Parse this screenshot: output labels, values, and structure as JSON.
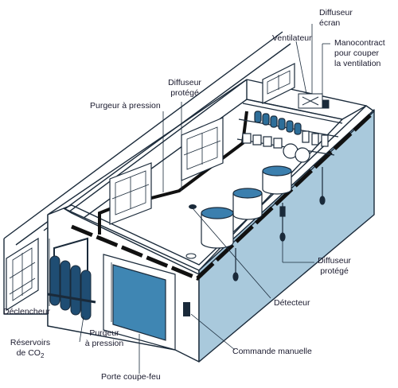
{
  "labels": {
    "diffuseur_ecran": [
      "Diffuseur",
      "écran"
    ],
    "ventilateur": "Ventilateur",
    "manocontract": [
      "Manocontract",
      "pour couper",
      "la ventilation"
    ],
    "diffuseur_protege_top": [
      "Diffuseur",
      "protégé"
    ],
    "purgeur_top": "Purgeur à pression",
    "diffuseur_protege_right": [
      "Diffuseur",
      "protégé"
    ],
    "detecteur": "Détecteur",
    "declencheur": "Déclencheur",
    "reservoirs": [
      "Réservoirs",
      "de CO",
      "2"
    ],
    "purgeur_bottom": [
      "Purgeur",
      "à pression"
    ],
    "commande_manuelle": "Commande manuelle",
    "porte_coupe_feu": "Porte coupe-feu"
  },
  "colors": {
    "ink": "#1a2a3a",
    "wall": "#ffffff",
    "wall_shade": "#a9c9dc",
    "door": "#3f86b3",
    "tank": "#2d6e99",
    "cylinder": "#1f4d73",
    "drum_top": "#3b7fae"
  }
}
